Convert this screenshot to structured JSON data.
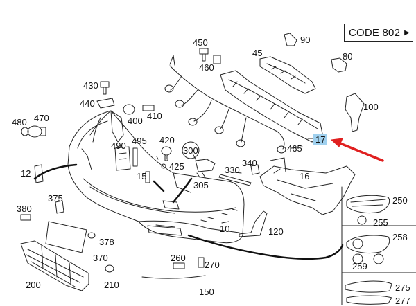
{
  "code_label": "CODE 802",
  "code_arrow_icon": "triangle-right-icon",
  "highlight_color": "#9fd0ee",
  "pointer_color": "#e02020",
  "highlighted_part": "17",
  "part_labels": {
    "p450": "450",
    "p90": "90",
    "p460": "460",
    "p45": "45",
    "p80": "80",
    "p430": "430",
    "p440": "440",
    "p400": "400",
    "p410": "410",
    "p100": "100",
    "p480": "480",
    "p470": "470",
    "p17": "17",
    "p490": "490",
    "p495": "495",
    "p420": "420",
    "p425": "425",
    "p300": "300",
    "p465": "465",
    "p340": "340",
    "p330": "330",
    "p12": "12",
    "p15": "15",
    "p305": "305",
    "p16": "16",
    "p375": "375",
    "p250": "250",
    "p380": "380",
    "p255": "255",
    "p10": "10",
    "p120": "120",
    "p258": "258",
    "p378": "378",
    "p370": "370",
    "p260": "260",
    "p259": "259",
    "p270": "270",
    "p200": "200",
    "p210": "210",
    "p150": "150",
    "p275": "275",
    "p277": "277"
  }
}
